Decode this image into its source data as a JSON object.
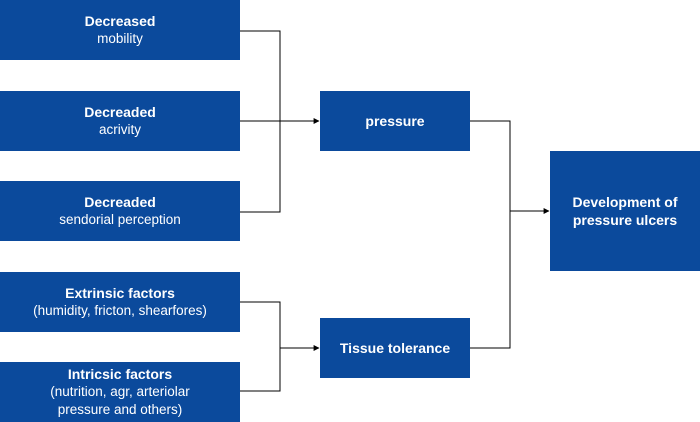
{
  "nodes": {
    "decreased_mobility": {
      "title": "Decreased",
      "subtitle": "mobility"
    },
    "decreased_activity": {
      "title": "Decreaded",
      "subtitle": "acrivity"
    },
    "decreased_perception": {
      "title": "Decreaded",
      "subtitle": "sendorial perception"
    },
    "extrinsic": {
      "title": "Extrinsic factors",
      "subtitle": "(humidity, fricton, shearfores)"
    },
    "intrinsic": {
      "title": "Intricsic factors",
      "subtitle": "(nutrition, agr, arteriolar pressure and others)"
    },
    "pressure": {
      "title": "pressure"
    },
    "tissue_tolerance": {
      "title": "Tissue tolerance"
    },
    "outcome": {
      "title": "Development of pressure ulcers"
    }
  },
  "colors": {
    "box": "#0b4a9c",
    "line": "#000000"
  }
}
